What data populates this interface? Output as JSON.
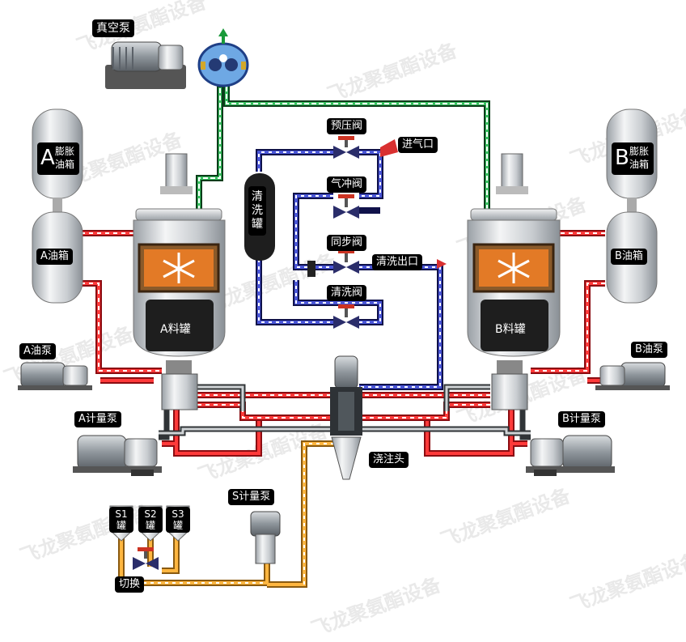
{
  "watermark": "飞龙聚氨酯设备",
  "labels": {
    "vacuum_pump": "真空泵",
    "a_expansion_tank": "膨胀\n油箱",
    "a_expansion_letter": "A",
    "b_expansion_tank": "膨胀\n油箱",
    "b_expansion_letter": "B",
    "a_oil_tank": "A油箱",
    "b_oil_tank": "B油箱",
    "a_material_tank": "A料罐",
    "b_material_tank": "B料罐",
    "a_oil_pump": "A油泵",
    "b_oil_pump": "B油泵",
    "a_metering_pump": "A计量泵",
    "b_metering_pump": "B计量泵",
    "s_metering_pump": "S计量泵",
    "pouring_head": "浇注头",
    "cleaning_tank": "清洗罐",
    "prepressure_valve": "预压阀",
    "air_intake": "进气口",
    "air_flush_valve": "气冲阀",
    "sync_valve": "同步阀",
    "cleaning_outlet": "清洗出口",
    "cleaning_valve": "清洗阀",
    "s1_tank": "S1罐",
    "s2_tank": "S2罐",
    "s3_tank": "S3罐",
    "switch": "切换"
  },
  "colors": {
    "red_line": "#e8242c",
    "blue_line": "#2b2f94",
    "green_line": "#1b8a3a",
    "orange_line": "#f0a030",
    "label_bg": "#000000",
    "watermark": "#e9e9e9"
  }
}
